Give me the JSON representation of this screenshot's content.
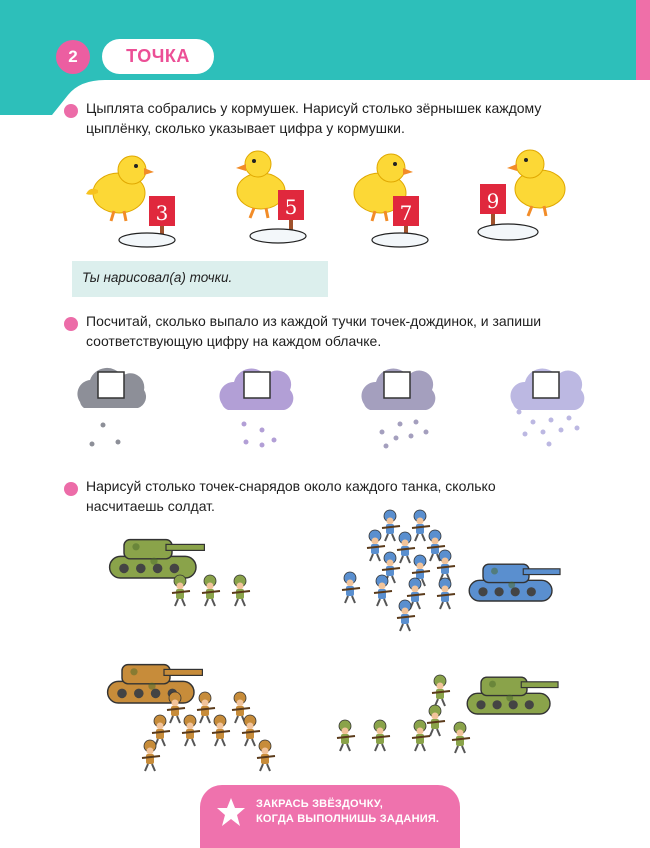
{
  "header": {
    "page_number": "2",
    "topic": "ТОЧКА",
    "colors": {
      "teal": "#2dbfba",
      "pink": "#ec5ea1"
    }
  },
  "task1": {
    "text_line1": "Цыплята собрались у кормушек. Нарисуй столько зёрнышек каждому",
    "text_line2": "цыплёнку, сколько указывает цифра у кормушки.",
    "feeders": [
      {
        "number": "3",
        "facing": "right"
      },
      {
        "number": "5",
        "facing": "left"
      },
      {
        "number": "7",
        "facing": "right"
      },
      {
        "number": "9",
        "facing": "left"
      }
    ],
    "answer_text": "Ты нарисовал(а) точки."
  },
  "task2": {
    "text_line1": "Посчитай, сколько выпало из каждой тучки точек-дождинок, и запиши",
    "text_line2": "соответствующую цифру на каждом облачке.",
    "clouds": [
      {
        "drops": 3,
        "color": "#8d8f98"
      },
      {
        "drops": 5,
        "color": "#b29fd6"
      },
      {
        "drops": 7,
        "color": "#a49fbe"
      },
      {
        "drops": 9,
        "color": "#bcb8e2"
      }
    ]
  },
  "task3": {
    "text_line1": "Нарисуй столько точек-снарядов около каждого танка, сколько",
    "text_line2": "насчитаешь солдат.",
    "groups": [
      {
        "tank_color": "#8aa34a",
        "soldiers": 3
      },
      {
        "tank_color": "#5a8fcf",
        "soldiers": 13
      },
      {
        "tank_color": "#c78c3a",
        "soldiers": 9
      },
      {
        "tank_color": "#8aa34a",
        "soldiers": 6
      }
    ]
  },
  "footer": {
    "line1": "ЗАКРАСЬ ЗВЁЗДОЧКУ,",
    "line2": "КОГДА ВЫПОЛНИШЬ ЗАДАНИЯ."
  }
}
